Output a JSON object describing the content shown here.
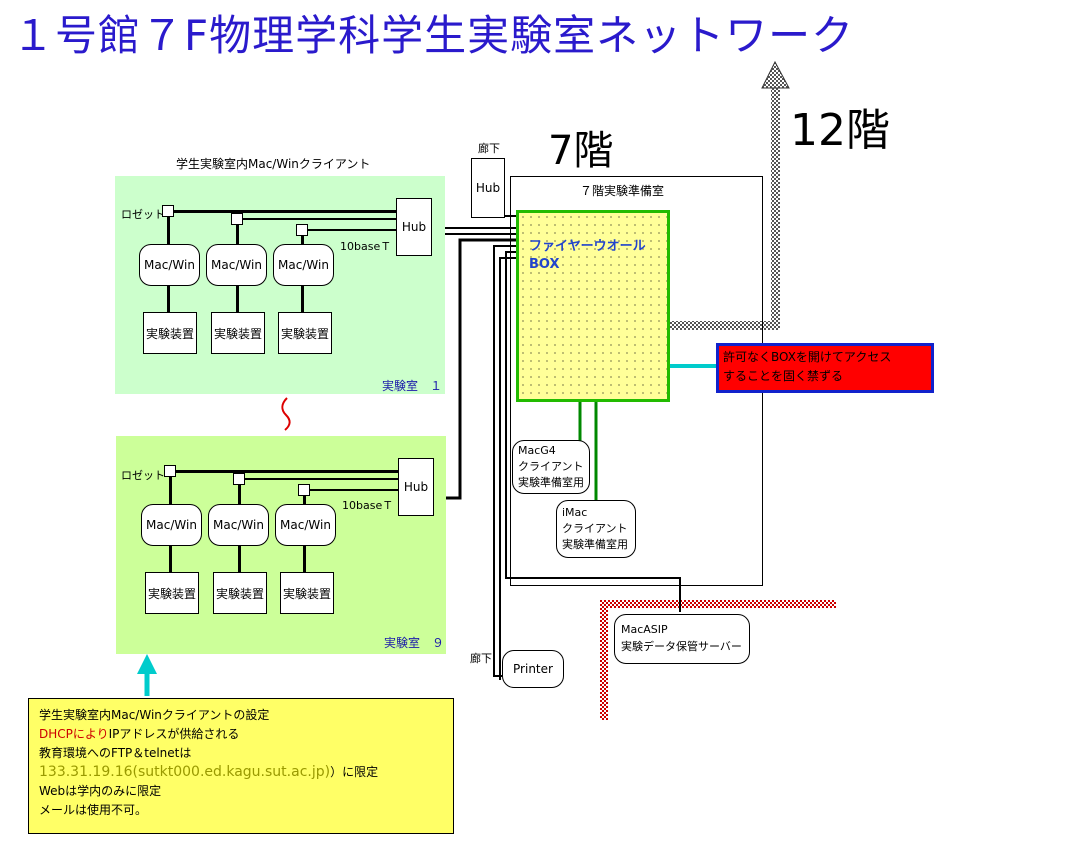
{
  "title": "１号館７F物理学科学生実験室ネットワーク",
  "floor7_label": "7階",
  "floor12_label": "12階",
  "clients_heading": "学生実験室内Mac/Winクライアント",
  "corridor_top": "廊下",
  "corridor_bottom": "廊下",
  "prep_room": "７階実験準備室",
  "rooms": [
    {
      "name": "実験室　１",
      "outlet": "ロゼット",
      "hub": "Hub",
      "cable": "10baseＴ",
      "clients": [
        "Mac/Win",
        "Mac/Win",
        "Mac/Win"
      ],
      "devices": [
        "実験装置",
        "実験装置",
        "実験装置"
      ]
    },
    {
      "name": "実験室　９",
      "outlet": "ロゼット",
      "hub": "Hub",
      "cable": "10baseＴ",
      "clients": [
        "Mac/Win",
        "Mac/Win",
        "Mac/Win"
      ],
      "devices": [
        "実験装置",
        "実験装置",
        "実験装置"
      ]
    }
  ],
  "corridor_hub": "Hub",
  "firewall": {
    "line1": "ファイヤーウオール",
    "line2": "BOX"
  },
  "warning": {
    "line1": "許可なくBOXを開けてアクセス",
    "line2": "することを固く禁ずる"
  },
  "prep_clients": [
    {
      "line1": "MacG4",
      "line2": "クライアント",
      "line3": "実験準備室用"
    },
    {
      "line1": "iMac",
      "line2": "クライアント",
      "line3": "実験準備室用"
    }
  ],
  "server": {
    "line1": "MacASIP",
    "line2": "実験データ保管サーバー"
  },
  "printer": "Printer",
  "note": {
    "line1": "学生実験室内Mac/Winクライアントの設定",
    "line2_red": "DHCPにより",
    "line2_rest": "IPアドレスが供給される",
    "line3": "教育環境へのFTP＆telnetは",
    "line4_olive": "133.31.19.16(sutkt000.ed.kagu.sut.ac.jp)",
    "line4_rest": "）に限定",
    "line5": "Webは学内のみに限定",
    "line6": "メールは使用不可。"
  },
  "colors": {
    "title": "#2a1acc",
    "room1_bg": "#ccffcc",
    "room9_bg": "#ccff99",
    "firewall_fill": "#ffff99",
    "firewall_border": "#22bb00",
    "warning_fill": "#ff0000",
    "warning_border": "#1122cc",
    "note_fill": "#ffff66",
    "arrow": "#00cccc",
    "wall_red": "#cc0000"
  }
}
